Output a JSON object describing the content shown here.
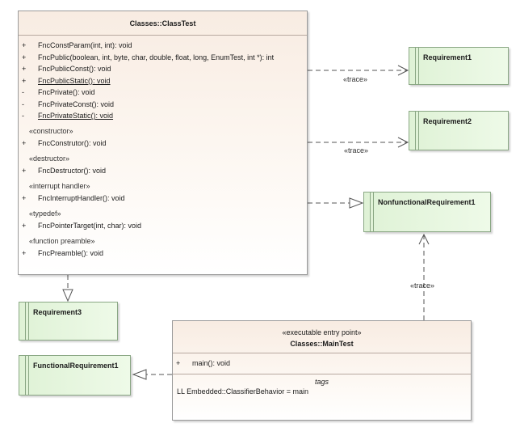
{
  "class_test": {
    "title": "Classes::ClassTest",
    "operations": [
      {
        "vis": "+",
        "sig": "FncConstParam(int, int): void"
      },
      {
        "vis": "+",
        "sig": "FncPublic(boolean, int, byte, char, double, float, long, EnumTest, int *): int"
      },
      {
        "vis": "+",
        "sig": "FncPublicConst(): void"
      },
      {
        "vis": "+",
        "sig": "FncPublicStatic(): void",
        "static": true
      },
      {
        "vis": "-",
        "sig": "FncPrivate(): void"
      },
      {
        "vis": "-",
        "sig": "FncPrivateConst(): void"
      },
      {
        "vis": "-",
        "sig": "FncPrivateStatic(): void",
        "static": true
      }
    ],
    "groups": [
      {
        "stereotype": "«constructor»",
        "vis": "+",
        "sig": "FncConstrutor(): void"
      },
      {
        "stereotype": "«destructor»",
        "vis": "+",
        "sig": "FncDestructor(): void"
      },
      {
        "stereotype": "«interrupt handler»",
        "vis": "+",
        "sig": "FncInterruptHandler(): void"
      },
      {
        "stereotype": "«typedef»",
        "vis": "+",
        "sig": "FncPointerTarget(int, char): void"
      },
      {
        "stereotype": "«function preamble»",
        "vis": "+",
        "sig": "FncPreamble(): void"
      }
    ]
  },
  "main_test": {
    "stereotype": "«executable entry point»",
    "title": "Classes::MainTest",
    "operation": {
      "vis": "+",
      "sig": "main(): void"
    },
    "tags_header": "tags",
    "tag": "LL Embedded::ClassifierBehavior = main"
  },
  "requirements": {
    "req1": "Requirement1",
    "req2": "Requirement2",
    "nonfunctional": "NonfunctionalRequirement1",
    "req3": "Requirement3",
    "functional": "FunctionalRequirement1"
  },
  "connectors": {
    "trace1": "«trace»",
    "trace2": "«trace»",
    "trace3": "«trace»"
  },
  "colors": {
    "class_fill": "#f8ece2",
    "requirement_fill": "#dff2d6",
    "line": "#555555"
  }
}
